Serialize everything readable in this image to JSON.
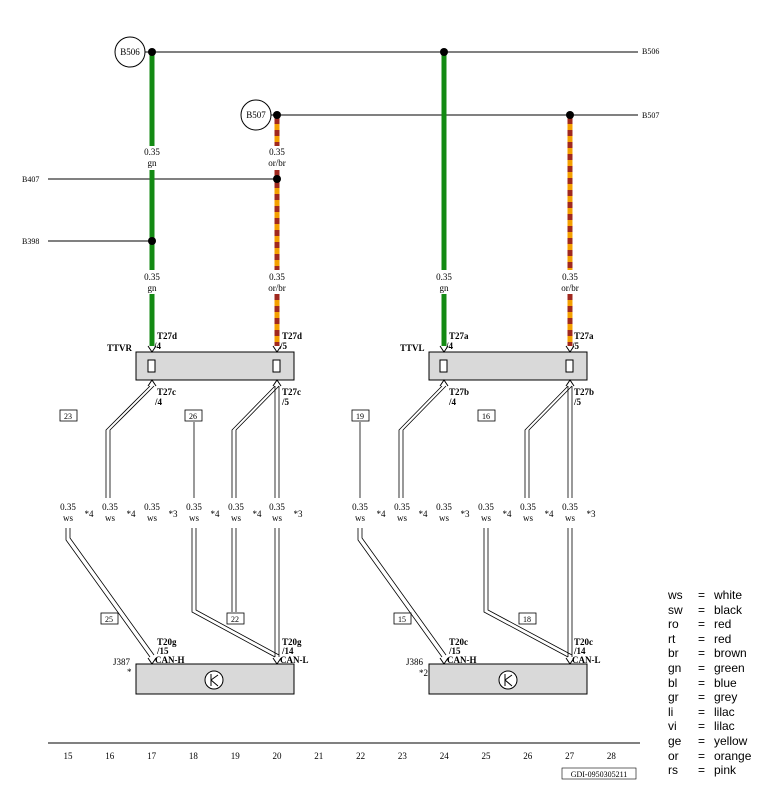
{
  "components": {
    "b506": "B506",
    "b507": "B507",
    "ttvr": "TTVR",
    "ttvl": "TTVL",
    "j387": "J387",
    "j386": "J386"
  },
  "edge_labels": {
    "right_b506": "B506",
    "right_b507": "B507",
    "left_b407": "B407",
    "left_b398": "B398"
  },
  "wires": {
    "gn_size": "0.35",
    "gn_color": "gn",
    "orbr_size": "0.35",
    "orbr_color": "or/br",
    "ws_size": "0.35",
    "ws_color": "ws"
  },
  "pins": {
    "t27d": "T27d",
    "p4": "/4",
    "p5": "/5",
    "t27c": "T27c",
    "t27a": "T27a",
    "t27b": "T27b",
    "t20g": "T20g",
    "t20c": "T20c",
    "p15": "/15",
    "p14": "/14",
    "canh": "CAN-H",
    "canl": "CAN-L"
  },
  "refs": {
    "r23": "23",
    "r26": "26",
    "r19": "19",
    "r16": "16",
    "r25": "25",
    "r22": "22",
    "r15": "15",
    "r18": "18"
  },
  "notes": {
    "n4": "*4",
    "n3": "*3",
    "star": "*",
    "star2": "*2"
  },
  "grid": [
    "15",
    "16",
    "17",
    "18",
    "19",
    "20",
    "21",
    "22",
    "23",
    "24",
    "25",
    "26",
    "27",
    "28"
  ],
  "doc_id": "GDI-0950305211",
  "legend": [
    {
      "code": "ws",
      "name": "white"
    },
    {
      "code": "sw",
      "name": "black"
    },
    {
      "code": "ro",
      "name": "red"
    },
    {
      "code": "rt",
      "name": "red"
    },
    {
      "code": "br",
      "name": "brown"
    },
    {
      "code": "gn",
      "name": "green"
    },
    {
      "code": "bl",
      "name": "blue"
    },
    {
      "code": "gr",
      "name": "grey"
    },
    {
      "code": "li",
      "name": "lilac"
    },
    {
      "code": "vi",
      "name": "lilac"
    },
    {
      "code": "ge",
      "name": "yellow"
    },
    {
      "code": "or",
      "name": "orange"
    },
    {
      "code": "rs",
      "name": "pink"
    }
  ],
  "legend_eq": "=",
  "colors": {
    "green": "#138a13",
    "orange": "#f4a000",
    "brown": "#a0281e",
    "box_fill": "#d9d9d9"
  }
}
